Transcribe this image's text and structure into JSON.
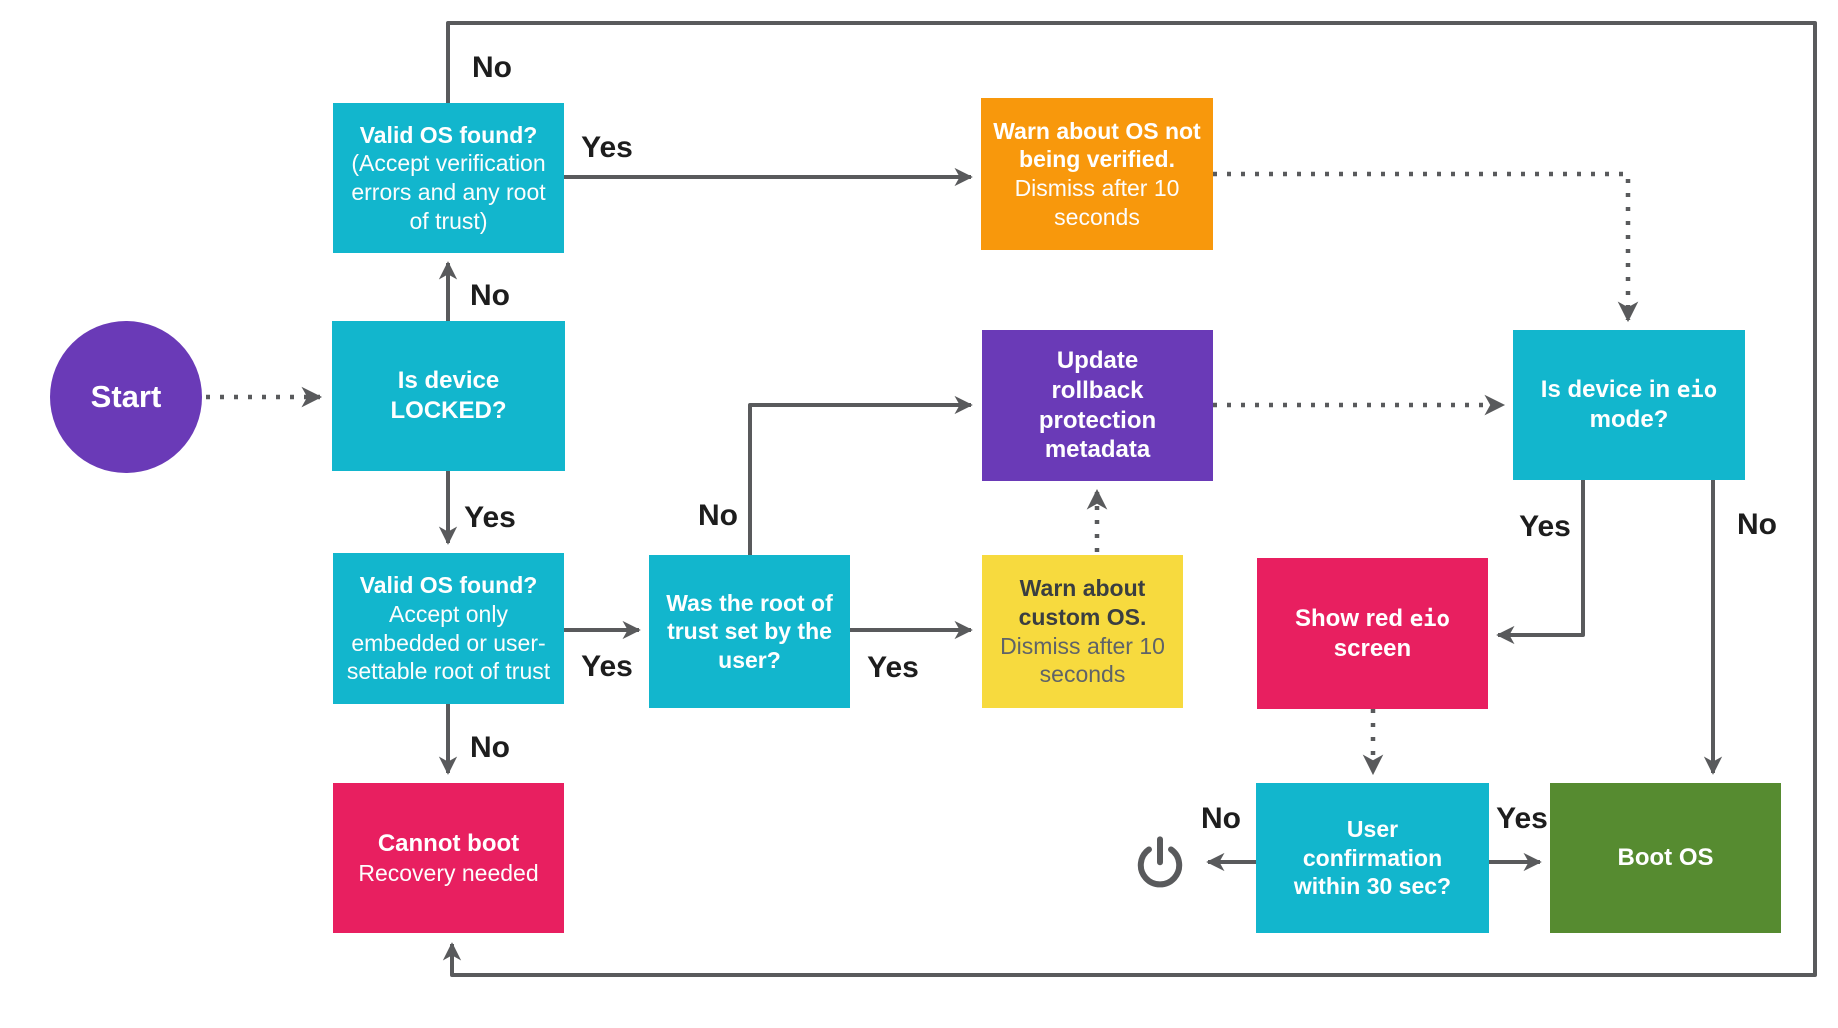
{
  "nodes": {
    "start": {
      "label": "Start"
    },
    "valid_os_any": {
      "title": "Valid OS found?",
      "subtitle": "(Accept verification errors and any root of trust)"
    },
    "warn_unverified": {
      "title": "Warn about OS not being verified.",
      "subtitle": "Dismiss after 10 seconds"
    },
    "is_locked": {
      "title": "Is device LOCKED?"
    },
    "update_rollback": {
      "title": "Update rollback protection metadata"
    },
    "is_eio": {
      "pre": "Is device in ",
      "mono": "eio",
      "post": " mode?"
    },
    "valid_os_restricted": {
      "title": "Valid OS found?",
      "subtitle": "Accept only embedded or user-settable root of trust"
    },
    "root_of_trust": {
      "title": "Was the root of trust set by the user?"
    },
    "warn_custom": {
      "title": "Warn about custom OS.",
      "subtitle": "Dismiss after 10 seconds"
    },
    "show_red_eio": {
      "pre": "Show red ",
      "mono": "eio",
      "post": " screen"
    },
    "cannot_boot": {
      "title": "Cannot boot",
      "subtitle": "Recovery needed"
    },
    "user_confirm": {
      "title": "User confirmation within 30 sec?"
    },
    "boot_os": {
      "title": "Boot OS"
    }
  },
  "edge_labels": {
    "valid_any_no": "No",
    "valid_any_yes": "Yes",
    "locked_no": "No",
    "locked_yes": "Yes",
    "root_no": "No",
    "valid_restricted_yes": "Yes",
    "root_yes": "Yes",
    "valid_restricted_no": "No",
    "eio_yes": "Yes",
    "eio_no": "No",
    "confirm_no": "No",
    "confirm_yes": "Yes"
  },
  "icons": {
    "power": "power-icon"
  },
  "colors": {
    "cyan": "#12b6cd",
    "orange": "#f8980c",
    "yellow": "#f7da3e",
    "purple": "#6a3ab7",
    "pink": "#e81f60",
    "green": "#568b30",
    "line": "#595a5c",
    "label": "#1d1d1d"
  }
}
